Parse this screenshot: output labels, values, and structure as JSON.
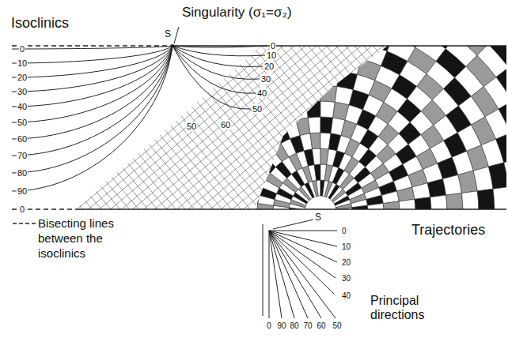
{
  "diagram": {
    "labels": [
      "Isoclinics",
      "Singularity (σ₁=σ₂)",
      "S",
      "0",
      "10",
      "20",
      "30",
      "40",
      "50",
      "60",
      "70",
      "80",
      "90",
      "0",
      "0",
      "10",
      "20",
      "30",
      "40",
      "50",
      "50",
      "60",
      "Trajectories",
      "S",
      "Principal directions",
      "0",
      "10",
      "20",
      "30",
      "40",
      "0",
      "90",
      "80",
      "70",
      "60",
      "50"
    ],
    "legend": [
      {
        "text": "Bisecting lines between the isoclinics"
      }
    ]
  }
}
